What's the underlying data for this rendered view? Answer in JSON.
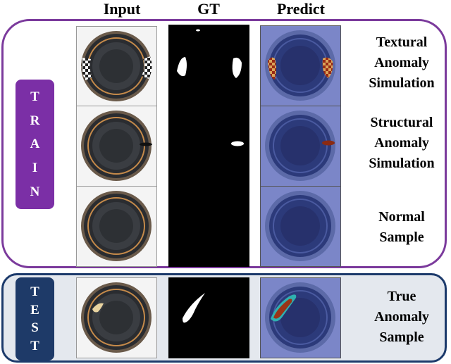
{
  "headers": {
    "input": "Input",
    "gt": "GT",
    "predict": "Predict"
  },
  "train_label": [
    "T",
    "R",
    "A",
    "I",
    "N"
  ],
  "test_label": [
    "T",
    "E",
    "S",
    "T"
  ],
  "rows": [
    {
      "desc": [
        "Textural",
        "Anomaly",
        "Simulation"
      ]
    },
    {
      "desc": [
        "Structural",
        "Anomaly",
        "Simulation"
      ]
    },
    {
      "desc": [
        "Normal",
        "Sample"
      ]
    },
    {
      "desc": [
        "True",
        "Anomaly",
        "Sample"
      ]
    }
  ],
  "colors": {
    "train": "#7b2fa6",
    "test": "#1e3a68",
    "heat_bg": "#7b86c8",
    "anomaly": "#b03a1a"
  }
}
